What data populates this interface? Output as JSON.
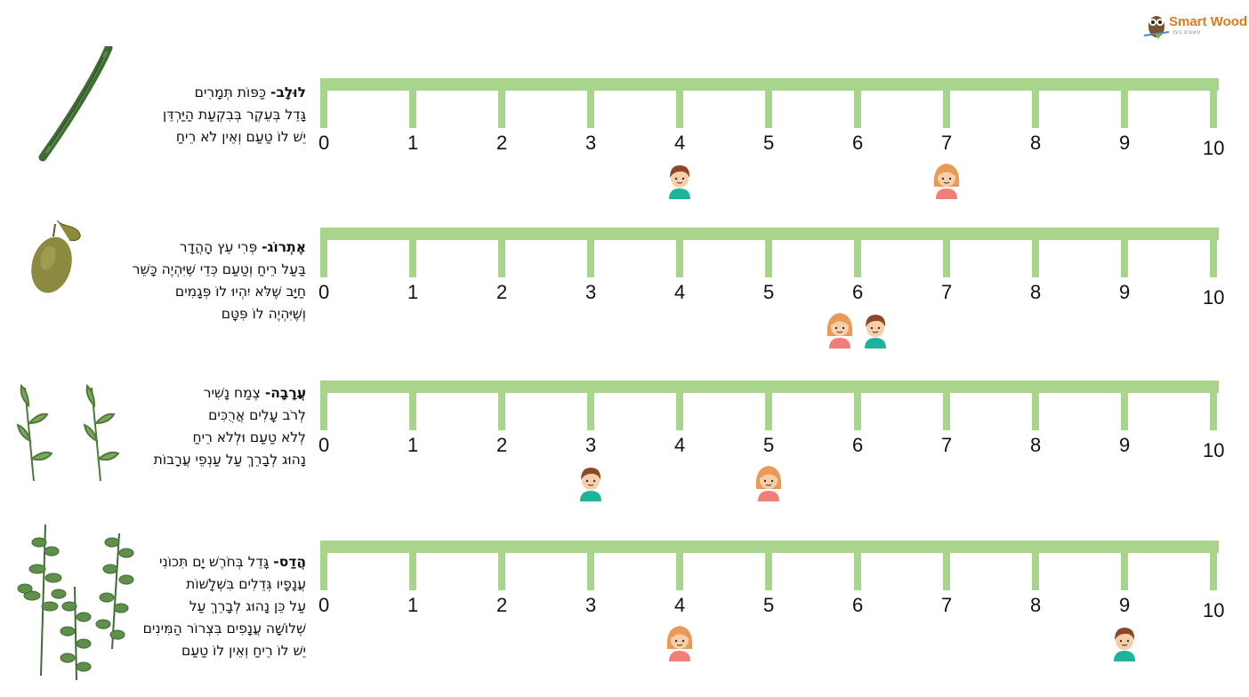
{
  "logo": {
    "text": "Smart Wood",
    "subtext": "עיצובים בעץ"
  },
  "scale_ticks": [
    "0",
    "1",
    "2",
    "3",
    "4",
    "5",
    "6",
    "7",
    "8",
    "9",
    "10"
  ],
  "colors": {
    "ruler": "#a8d48b",
    "boy_shirt": "#1fb39b",
    "girl_shirt": "#f07f7a",
    "hair_girl": "#e99a57",
    "hair_boy": "#8a4a2a"
  },
  "sections": [
    {
      "id": "lulav",
      "title": "לוּלָב-",
      "lines": [
        "כַּפּוֹת תְּמָרִים",
        "גָּדֵל בְּעֵקֶר בְּבִקְעַת הַיַּרְדֵּן",
        "יֵשׁ לוֹ טַעַם וְאֵין לֹא רֵיחַ"
      ],
      "plant_icon": "palm-frond-icon",
      "boy_value": 4,
      "girl_value": 7
    },
    {
      "id": "etrog",
      "title": "אֶתְרוֹג-",
      "lines": [
        "פְּרִי עֵץ הָהֲדָר",
        "בַּעַל רֵיחַ וְטַעַם כְּדֵי שֶׁיִּהְיֶה כָּשֵׁר",
        "חַיָּב שֶׁלֹּא יִהְיוּ לוֹ פְּגָמִים",
        "וְשֶׁיִּהְיֶה לוֹ פִּטָּם"
      ],
      "plant_icon": "citron-icon",
      "boy_value": 6.2,
      "girl_value": 5.8
    },
    {
      "id": "arava",
      "title": "עֲרָבָה-",
      "lines": [
        "צֶמַח נָשִׁיר",
        "לְרֹב עָלִים אֲרֻכִּים",
        "לְלֹא טַעַם וּלְלֹא רֵיחַ",
        "נָהוּג לְבָרֵךְ עַל עַנְפֵי עֲרָבוֹת"
      ],
      "plant_icon": "willow-icon",
      "boy_value": 3,
      "girl_value": 5
    },
    {
      "id": "hadas",
      "title": "הֲדַס-",
      "lines": [
        "גָּדֵל בְּחֹרֶשׁ יָם תִּכוֹנִי",
        "עֲנָפָיו גְּדֵלִים בִּשְׁלָשׁוֹת",
        "עַל כֵּן נָהוּג לְבָרֵךְ עַל",
        "שְׁלוֹשָׁה עֲנָפִים בִּצְרוֹר הַמִּינִים",
        "יֵשׁ לוֹ רֵיחַ וְאֵין לוֹ טַעַם"
      ],
      "plant_icon": "myrtle-icon",
      "boy_value": 9,
      "girl_value": 4
    }
  ]
}
